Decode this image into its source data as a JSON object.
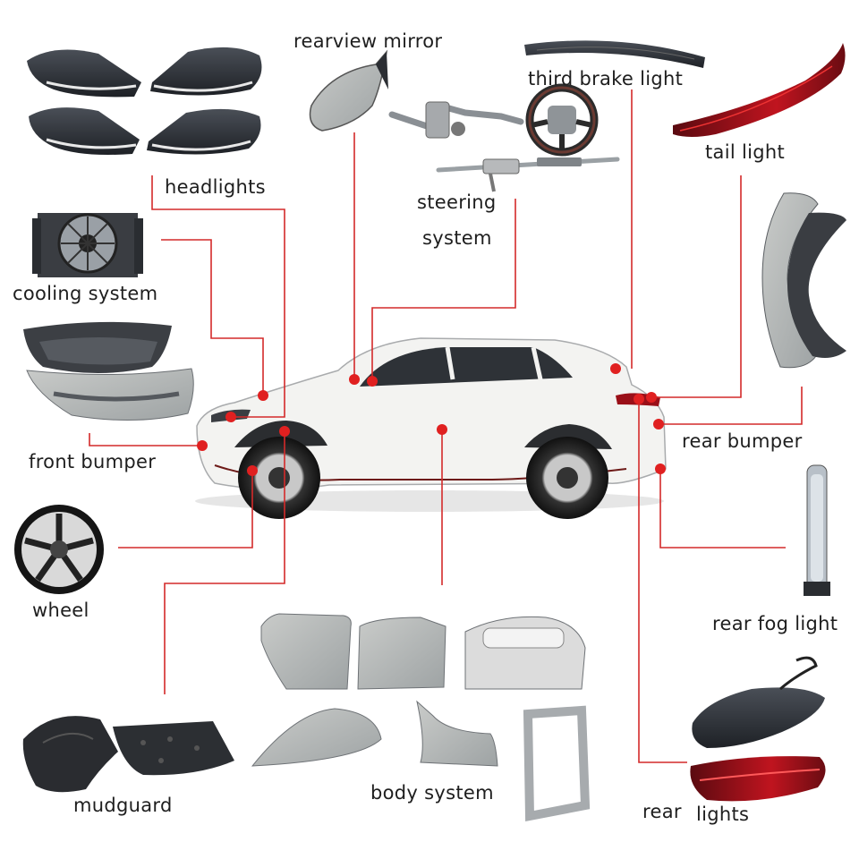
{
  "labels": {
    "rearview_mirror": "rearview mirror",
    "third_brake_light": "third brake light",
    "headlights": "headlights",
    "tail_light": "tail light",
    "steering_line1": "steering",
    "steering_line2": "system",
    "cooling_system": "cooling system",
    "front_bumper": "front bumper",
    "rear_bumper": "rear bumper",
    "wheel": "wheel",
    "rear_fog_light": "rear fog light",
    "mudguard": "mudguard",
    "body_system": "body system",
    "rear_lights_1": "rear",
    "rear_lights_2": "lights"
  },
  "colors": {
    "leader_line": "#d42a2a",
    "marker_dot": "#e02020",
    "car_body": "#f3f3f1",
    "part_grey": "#8d9296",
    "part_dark": "#2b2e33",
    "taillight_red": "#b3121c"
  }
}
